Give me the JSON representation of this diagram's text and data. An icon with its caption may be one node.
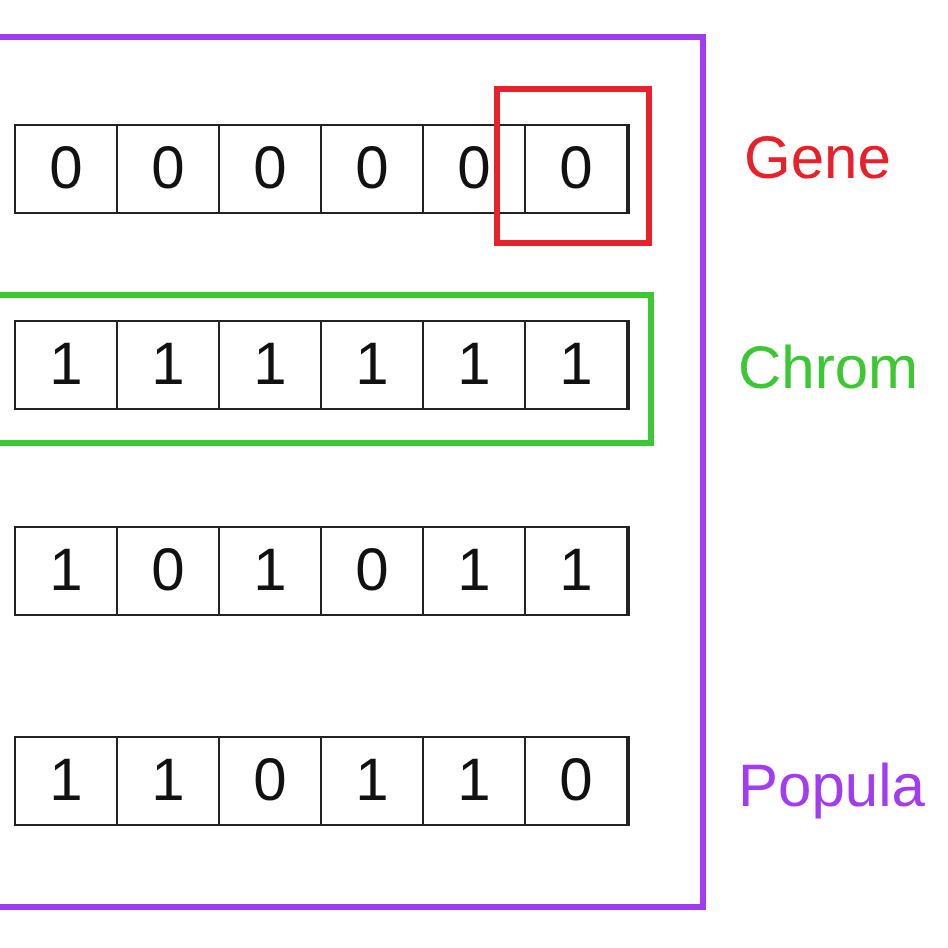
{
  "diagram": {
    "nodes": [
      {
        "text": [],
        "shape": "box"
      },
      {
        "text": [],
        "shape": "box",
        "in": 0
      },
      {
        "text": [
          "0"
        ],
        "in": 1
      },
      {
        "text": [
          "0"
        ],
        "in": 1
      },
      {
        "text": [
          "0"
        ],
        "in": 1
      },
      {
        "text": [
          "0"
        ],
        "in": 1
      },
      {
        "text": [
          "0"
        ],
        "in": 1
      },
      {
        "text": [
          "0"
        ],
        "in": 1
      },
      {
        "text": [],
        "shape": "box",
        "in": 0
      },
      {
        "text": [
          "1"
        ],
        "in": 8
      },
      {
        "text": [
          "1"
        ],
        "in": 8
      },
      {
        "text": [
          "1"
        ],
        "in": 8
      },
      {
        "text": [
          "1"
        ],
        "in": 8
      },
      {
        "text": [
          "1"
        ],
        "in": 8
      },
      {
        "text": [
          "1"
        ],
        "in": 8
      },
      {
        "text": [],
        "shape": "box",
        "in": 0
      },
      {
        "text": [
          "1"
        ],
        "in": 15
      },
      {
        "text": [
          "0"
        ],
        "in": 15
      },
      {
        "text": [
          "1"
        ],
        "in": 15
      },
      {
        "text": [
          "0"
        ],
        "in": 15
      },
      {
        "text": [
          "1"
        ],
        "in": 15
      },
      {
        "text": [
          "1"
        ],
        "in": 15
      },
      {
        "text": [],
        "shape": "box",
        "in": 0
      },
      {
        "text": [
          "1"
        ],
        "in": 22
      },
      {
        "text": [
          "1"
        ],
        "in": 22
      },
      {
        "text": [
          "0"
        ],
        "in": 22
      },
      {
        "text": [
          "1"
        ],
        "in": 22
      },
      {
        "text": [
          "1"
        ],
        "in": 22
      },
      {
        "text": [
          "0"
        ],
        "in": 22
      }
    ],
    "edges": [],
    "labels": [
      "Gene",
      "Chrom",
      "Popula"
    ]
  }
}
